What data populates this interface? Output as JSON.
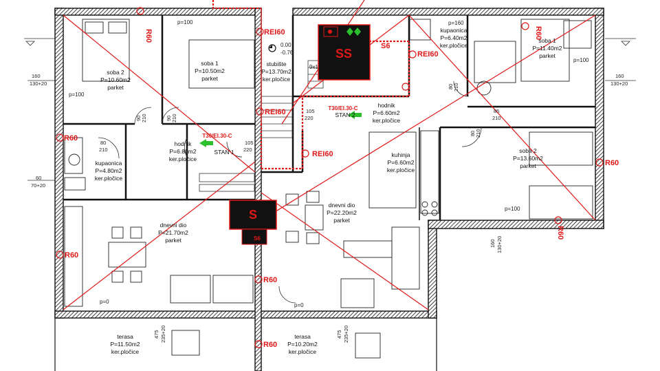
{
  "rooms": {
    "soba2_left": {
      "name": "soba 2",
      "area": "P=10.60m2",
      "floor": "parket"
    },
    "soba1": {
      "name": "soba 1",
      "area": "P=10.50m2",
      "floor": "parket"
    },
    "stubiste": {
      "name": "stubište",
      "area": "P=13.70m2",
      "floor": "ker.pločice"
    },
    "kupaonica_right": {
      "name": "kupaonica",
      "area": "P=6.40m2",
      "floor": "ker.pločice"
    },
    "soba1_right": {
      "name": "soba 1",
      "area": "P=11.40m2",
      "floor": "parket"
    },
    "hodnik_right": {
      "name": "hodnik",
      "area": "P=6.60m2",
      "floor": "ker.pločice"
    },
    "hodnik_left": {
      "name": "hodnik",
      "area": "P=6.80m2",
      "floor": "ker.pločice"
    },
    "kupaonica_left": {
      "name": "kupaonica",
      "area": "P=4.80m2",
      "floor": "ker.pločice"
    },
    "kuhinja": {
      "name": "kuhinja",
      "area": "P=6.60m2",
      "floor": "ker.pločice"
    },
    "soba2_right": {
      "name": "soba 2",
      "area": "P=13.60m2",
      "floor": "parket"
    },
    "dnevni_left": {
      "name": "dnevni dio",
      "area": "P=21.70m2",
      "floor": "parket"
    },
    "dnevni_right": {
      "name": "dnevni dio",
      "area": "P=22.20m2",
      "floor": "parket"
    },
    "terasa_left": {
      "name": "terasa",
      "area": "P=11.50m2",
      "floor": "ker.pločice"
    },
    "terasa_right": {
      "name": "terasa",
      "area": "P=10.20m2",
      "floor": "ker.pločice"
    }
  },
  "stan_labels": {
    "stan1": "STAN 1",
    "stan2": "STAN 2"
  },
  "door_labels": {
    "left": "T30/EI.30-C",
    "right": "T30/EI.30-C"
  },
  "fire_marks": {
    "rei60": "REI60",
    "r60": "R60",
    "s6": "S6",
    "ss": "SS",
    "s": "S"
  },
  "parapets": {
    "p100": "p=100",
    "p160": "p=160",
    "p0": "p=0"
  },
  "levels": {
    "top": "0.00",
    "bottom": "-0.76"
  },
  "stair_mark": "9x1",
  "dims": {
    "w160": "160",
    "w130_20": "130+20",
    "w60": "60",
    "w70_20": "70+20",
    "d90": "90",
    "d210": "210",
    "d80": "80",
    "d105": "105",
    "d220": "220",
    "d85": "85",
    "d475": "475",
    "d235_20": "235+20"
  }
}
